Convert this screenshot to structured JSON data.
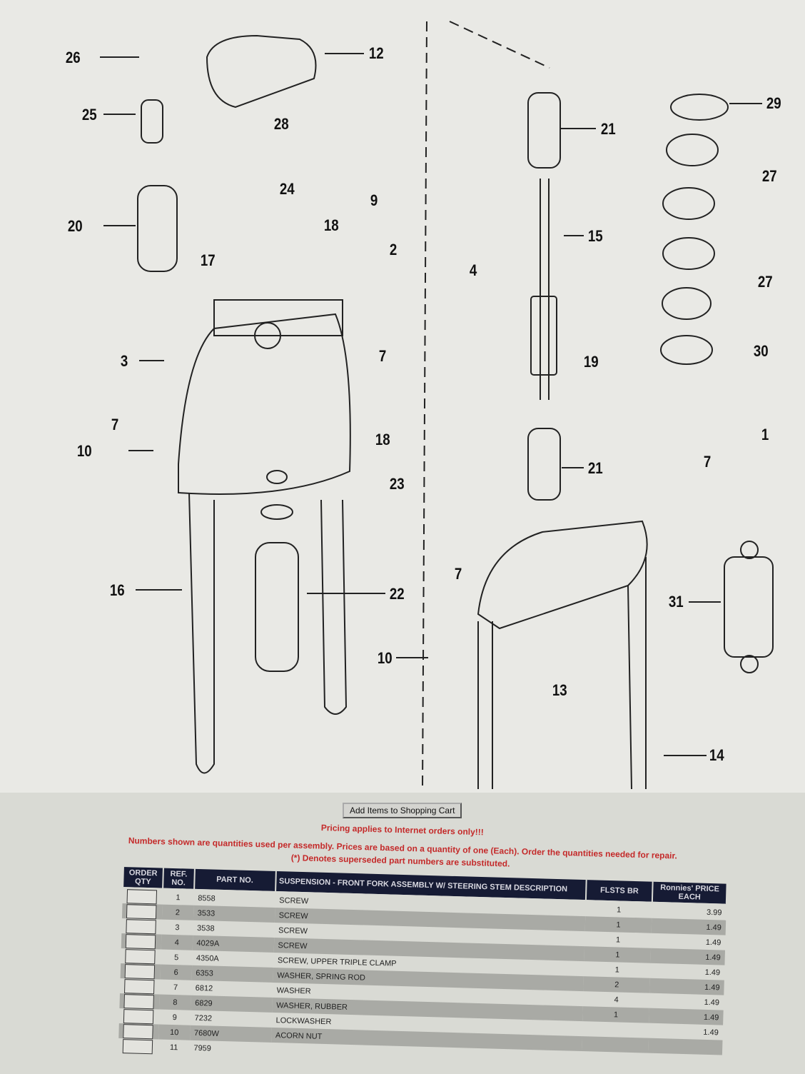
{
  "diagram": {
    "callouts": [
      "26",
      "12",
      "25",
      "28",
      "21",
      "29",
      "27",
      "24",
      "9",
      "20",
      "18",
      "15",
      "2",
      "17",
      "4",
      "27",
      "3",
      "7",
      "19",
      "30",
      "7",
      "10",
      "18",
      "1",
      "21",
      "7",
      "23",
      "16",
      "22",
      "7",
      "31",
      "10",
      "13",
      "14"
    ]
  },
  "cart_button": "Add Items to Shopping Cart",
  "notices": {
    "line1": "Pricing applies to Internet orders only!!!",
    "line2": "Numbers shown are quantities used per assembly. Prices are based on a quantity of one (Each). Order the quantities needed for repair.",
    "line3": "(*) Denotes superseded part numbers are substituted."
  },
  "table": {
    "headers": {
      "order_qty": "ORDER QTY",
      "ref_no": "REF. NO.",
      "part_no": "PART NO.",
      "description": "SUSPENSION - FRONT FORK ASSEMBLY W/ STEERING STEM DESCRIPTION",
      "flsts": "FLSTS BR",
      "price": "Ronnies' PRICE EACH"
    },
    "rows": [
      {
        "ref": "1",
        "part": "8558",
        "desc": "SCREW",
        "qty": "1",
        "price": "3.99"
      },
      {
        "ref": "2",
        "part": "3533",
        "desc": "SCREW",
        "qty": "1",
        "price": "1.49"
      },
      {
        "ref": "3",
        "part": "3538",
        "desc": "SCREW",
        "qty": "1",
        "price": "1.49"
      },
      {
        "ref": "4",
        "part": "4029A",
        "desc": "SCREW",
        "qty": "1",
        "price": "1.49"
      },
      {
        "ref": "5",
        "part": "4350A",
        "desc": "SCREW, UPPER TRIPLE CLAMP",
        "qty": "1",
        "price": "1.49"
      },
      {
        "ref": "6",
        "part": "6353",
        "desc": "WASHER, SPRING ROD",
        "qty": "2",
        "price": "1.49"
      },
      {
        "ref": "7",
        "part": "6812",
        "desc": "WASHER",
        "qty": "4",
        "price": "1.49"
      },
      {
        "ref": "8",
        "part": "6829",
        "desc": "WASHER, RUBBER",
        "qty": "1",
        "price": "1.49"
      },
      {
        "ref": "9",
        "part": "7232",
        "desc": "LOCKWASHER",
        "qty": "",
        "price": "1.49"
      },
      {
        "ref": "10",
        "part": "7680W",
        "desc": "ACORN NUT",
        "qty": "",
        "price": ""
      },
      {
        "ref": "11",
        "part": "7959",
        "desc": "",
        "qty": "",
        "price": ""
      }
    ]
  }
}
